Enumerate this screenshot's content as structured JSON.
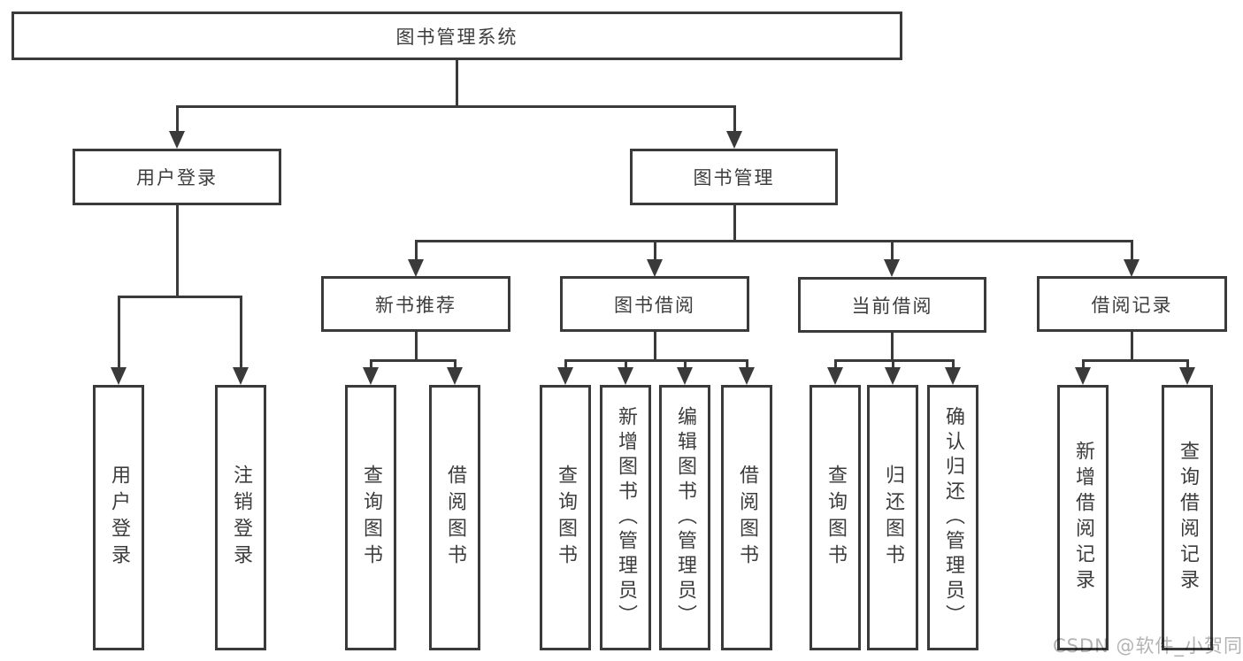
{
  "colors": {
    "line": "#3a3a3a",
    "text": "#3d3d3d",
    "box_background": "#ffffff",
    "watermark": "#b3b3b3"
  },
  "diagram": {
    "root": {
      "label": "图书管理系统"
    },
    "branches": [
      {
        "label": "用户登录",
        "children": [
          {
            "label": "用户登录"
          },
          {
            "label": "注销登录"
          }
        ]
      },
      {
        "label": "图书管理",
        "children": [
          {
            "label": "新书推荐",
            "children": [
              {
                "label": "查询图书"
              },
              {
                "label": "借阅图书"
              }
            ]
          },
          {
            "label": "图书借阅",
            "children": [
              {
                "label": "查询图书"
              },
              {
                "label": "新增图书（管理员）"
              },
              {
                "label": "编辑图书（管理员）"
              },
              {
                "label": "借阅图书"
              }
            ]
          },
          {
            "label": "当前借阅",
            "children": [
              {
                "label": "查询图书"
              },
              {
                "label": "归还图书"
              },
              {
                "label": "确认归还（管理员）"
              }
            ]
          },
          {
            "label": "借阅记录",
            "children": [
              {
                "label": "新增借阅记录"
              },
              {
                "label": "查询借阅记录"
              }
            ]
          }
        ]
      }
    ],
    "watermark": "CSDN @软件_小贺同学"
  }
}
